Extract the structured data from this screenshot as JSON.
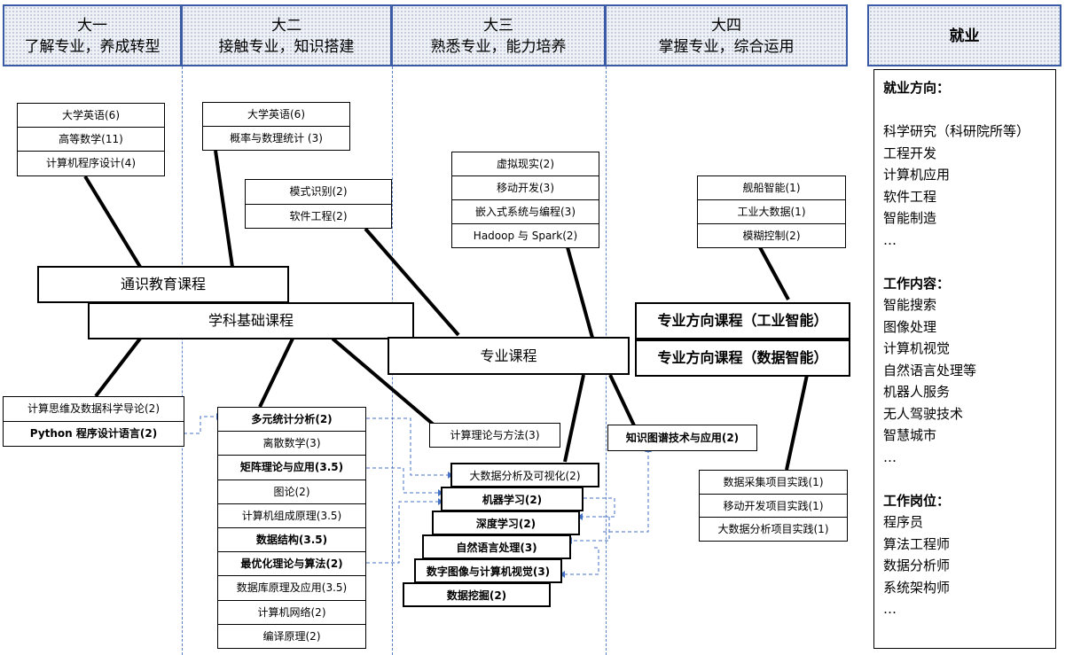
{
  "headers": [
    {
      "year": "大一",
      "theme": "了解专业，养成转型"
    },
    {
      "year": "大二",
      "theme": "接触专业，知识搭建"
    },
    {
      "year": "大三",
      "theme": "熟悉专业，能力培养"
    },
    {
      "year": "大四",
      "theme": "掌握专业，综合运用"
    }
  ],
  "employment_header": "就业",
  "y1_courses": [
    "大学英语(6)",
    "高等数学(11)",
    "计算机程序设计(4)"
  ],
  "y2_courses": [
    "大学英语(6)",
    "概率与数理统计 (3)"
  ],
  "y2_pattern": [
    "模式识别(2)",
    "软件工程(2)"
  ],
  "y3_courses": [
    "虚拟现实(2)",
    "移动开发(3)",
    "嵌入式系统与编程(3)",
    "Hadoop 与 Spark(2)"
  ],
  "y4_courses": [
    "舰船智能(1)",
    "工业大数据(1)",
    "模糊控制(2)"
  ],
  "main": {
    "general": "通识教育课程",
    "discipline": "学科基础课程",
    "professional": "专业课程",
    "direction_industry": "专业方向课程（工业智能）",
    "direction_data": "专业方向课程（数据智能）"
  },
  "intro_courses": [
    "计算思维及数据科学导论(2)",
    "Python 程序设计语言(2)"
  ],
  "foundation_courses": [
    {
      "label": "多元统计分析(2)",
      "bold": true
    },
    {
      "label": "离散数学(3)",
      "bold": false
    },
    {
      "label": "矩阵理论与应用(3.5)",
      "bold": true
    },
    {
      "label": "图论(2)",
      "bold": false
    },
    {
      "label": "计算机组成原理(3.5)",
      "bold": false
    },
    {
      "label": "数据结构(3.5)",
      "bold": true
    },
    {
      "label": "最优化理论与算法(2)",
      "bold": true
    },
    {
      "label": "数据库原理及应用(3.5)",
      "bold": false
    },
    {
      "label": "计算机网络(2)",
      "bold": false
    },
    {
      "label": "编译原理(2)",
      "bold": false
    }
  ],
  "computing_theory": "计算理论与方法(3)",
  "knowledge_graph": "知识图谱技术与应用(2)",
  "ai_stack": [
    {
      "label": "大数据分析及可视化(2)",
      "bold": false
    },
    {
      "label": "机器学习(2)",
      "bold": true
    },
    {
      "label": "深度学习(2)",
      "bold": true
    },
    {
      "label": "自然语言处理(3)",
      "bold": true
    },
    {
      "label": "数字图像与计算机视觉(3)",
      "bold": true
    },
    {
      "label": "数据挖掘(2)",
      "bold": true
    }
  ],
  "practice_courses": [
    "数据采集项目实践(1)",
    "移动开发项目实践(1)",
    "大数据分析项目实践(1)"
  ],
  "employment": {
    "direction_title": "就业方向：",
    "directions": [
      "科学研究（科研院所等）",
      "工程开发",
      "计算机应用",
      "软件工程",
      "智能制造",
      "…"
    ],
    "content_title": "工作内容：",
    "contents": [
      "智能搜索",
      "图像处理",
      "计算机视觉",
      "自然语言处理等",
      "机器人服务",
      "无人驾驶技术",
      "智慧城市",
      "…"
    ],
    "position_title": "工作岗位：",
    "positions": [
      "程序员",
      "算法工程师",
      "数据分析师",
      "系统架构师",
      "…"
    ]
  }
}
